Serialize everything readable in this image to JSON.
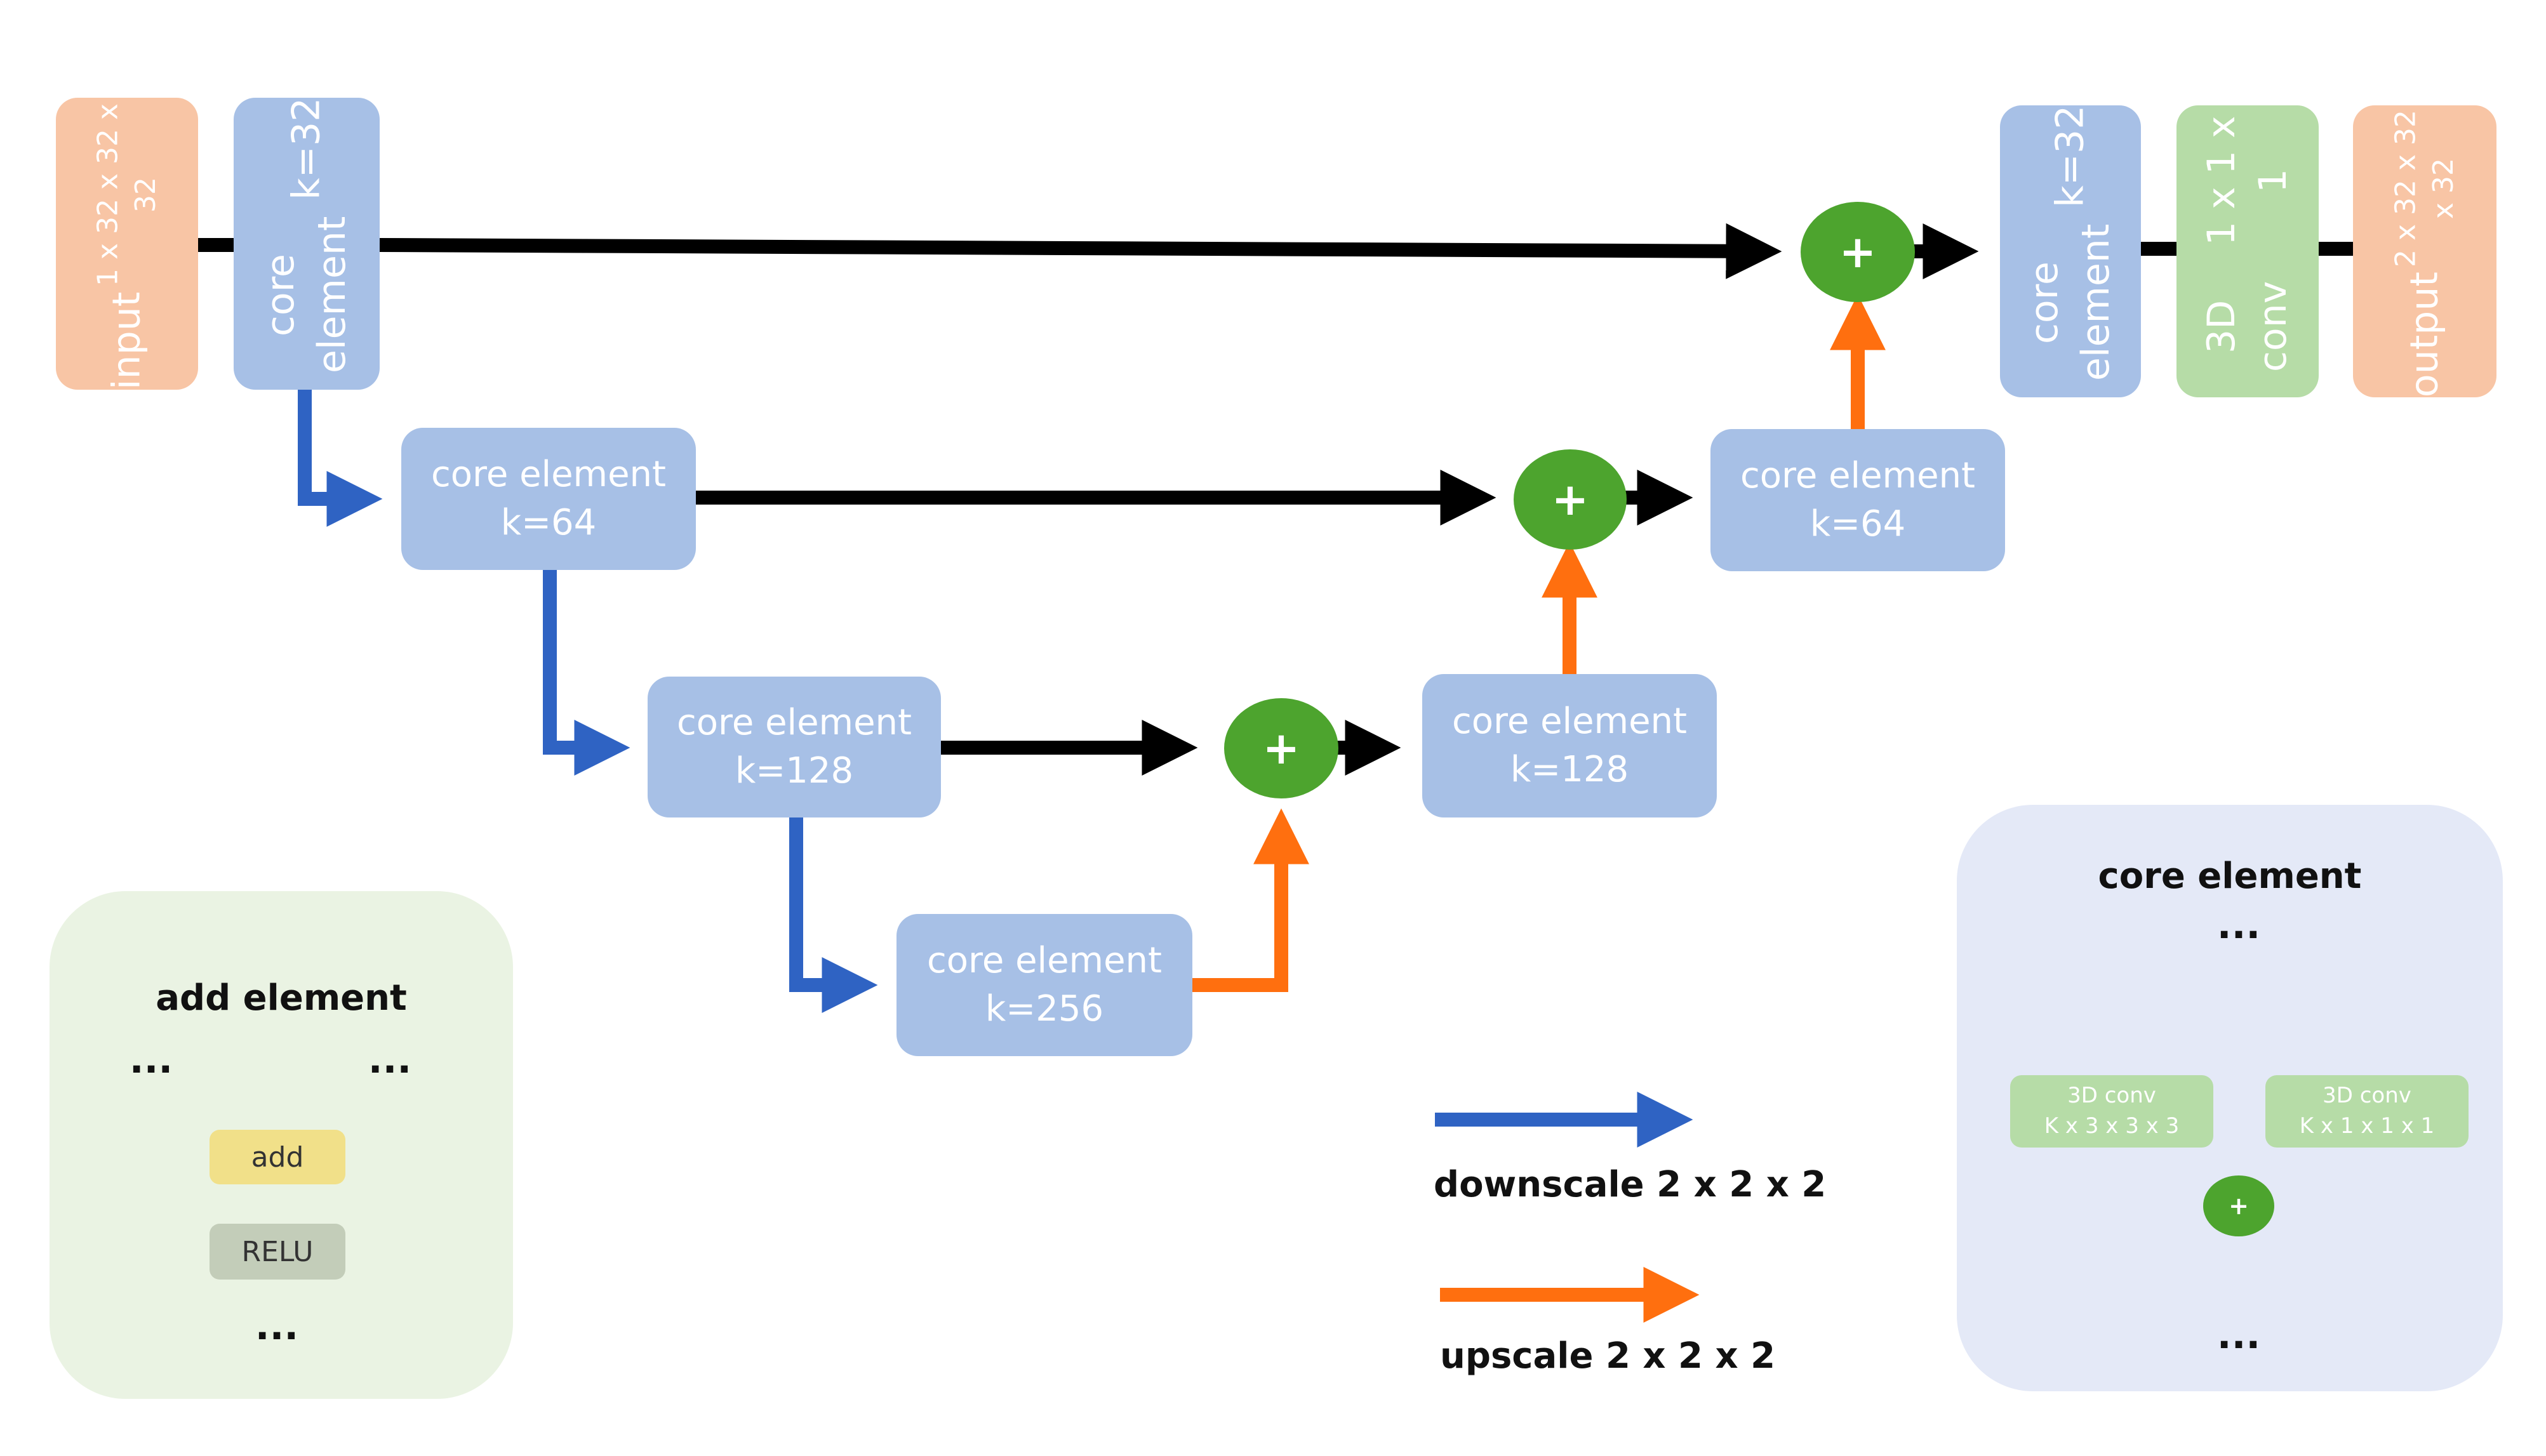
{
  "unet": {
    "input": {
      "label": "input",
      "dims": "1 x 32 x 32 x 32"
    },
    "output": {
      "label": "output",
      "dims": "2 x 32 x 32 x 32"
    },
    "conv_out": {
      "label": "3D conv",
      "dims": "1 x 1 x 1"
    },
    "enc1": {
      "label": "core element",
      "k": "k=32"
    },
    "enc2": {
      "label": "core element",
      "k": "k=64"
    },
    "enc3": {
      "label": "core element",
      "k": "k=128"
    },
    "bottom": {
      "label": "core element",
      "k": "k=256"
    },
    "dec3": {
      "label": "core element",
      "k": "k=128"
    },
    "dec2": {
      "label": "core element",
      "k": "k=64"
    },
    "dec1": {
      "label": "core element",
      "k": "k=32"
    },
    "add_symbol": "+"
  },
  "legend": {
    "downscale": "downscale 2 x 2 x 2",
    "upscale": "upscale 2 x 2 x 2"
  },
  "add_panel": {
    "title": "add element",
    "dots": "...",
    "add_label": "add",
    "relu_label": "RELU"
  },
  "core_panel": {
    "title": "core element",
    "dots": "...",
    "conv_a_line1": "3D conv",
    "conv_a_line2": "K  x 3 x 3 x 3",
    "conv_b_line1": "3D conv",
    "conv_b_line2": "K x 1 x 1 x 1",
    "add_symbol": "+"
  },
  "colors": {
    "core_blue": "#a7c0e6",
    "io_orange": "#f8c5a5",
    "conv_green": "#b6dca7",
    "add_green": "#4da42e",
    "downscale_arrow": "#2f63c3",
    "upscale_arrow": "#ff6f0f",
    "skip_arrow": "#000000"
  }
}
